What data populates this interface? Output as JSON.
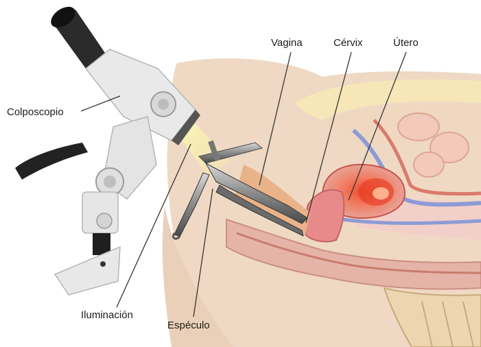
{
  "labels": {
    "colposcopio": "Colposcopio",
    "iluminacion": "Iluminación",
    "especulo": "Espéculo",
    "vagina": "Vagina",
    "cervix": "Cérvix",
    "utero": "Útero"
  },
  "colors": {
    "skin": "#efd9c4",
    "skin_dark": "#e3c1a6",
    "fat": "#f6e6b8",
    "uterus": "#e8908a",
    "uterus_core": "#e35a3a",
    "vagina": "#e9b38a",
    "rectum": "#e6b3a8",
    "bladder": "#f3cfc9",
    "vessel_blue": "#8c9bd6",
    "vessel_red": "#d97b6c",
    "light_beam": "#f7f0a0",
    "microscope_body": "#e9e9e9",
    "microscope_dark": "#2b2b2b",
    "speculum_metal": "#9a9a9a",
    "leader_line": "#333333"
  }
}
